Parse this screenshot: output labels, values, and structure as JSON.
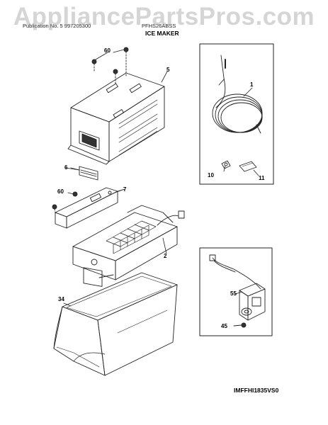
{
  "watermark": "AppliancePartsPros.com",
  "header": {
    "publication": "Publication No. 5 997205300",
    "model": "PFHS26ABSS",
    "section_title": "ICE MAKER"
  },
  "callouts": {
    "p1": "1",
    "p2": "2",
    "p5": "5",
    "p6": "6",
    "p7": "7",
    "p10": "10",
    "p11": "11",
    "p34": "34",
    "p45": "45",
    "p55": "55",
    "p60a": "60",
    "p60b": "60"
  },
  "diagram_code": "IMFFHI1835VS0"
}
